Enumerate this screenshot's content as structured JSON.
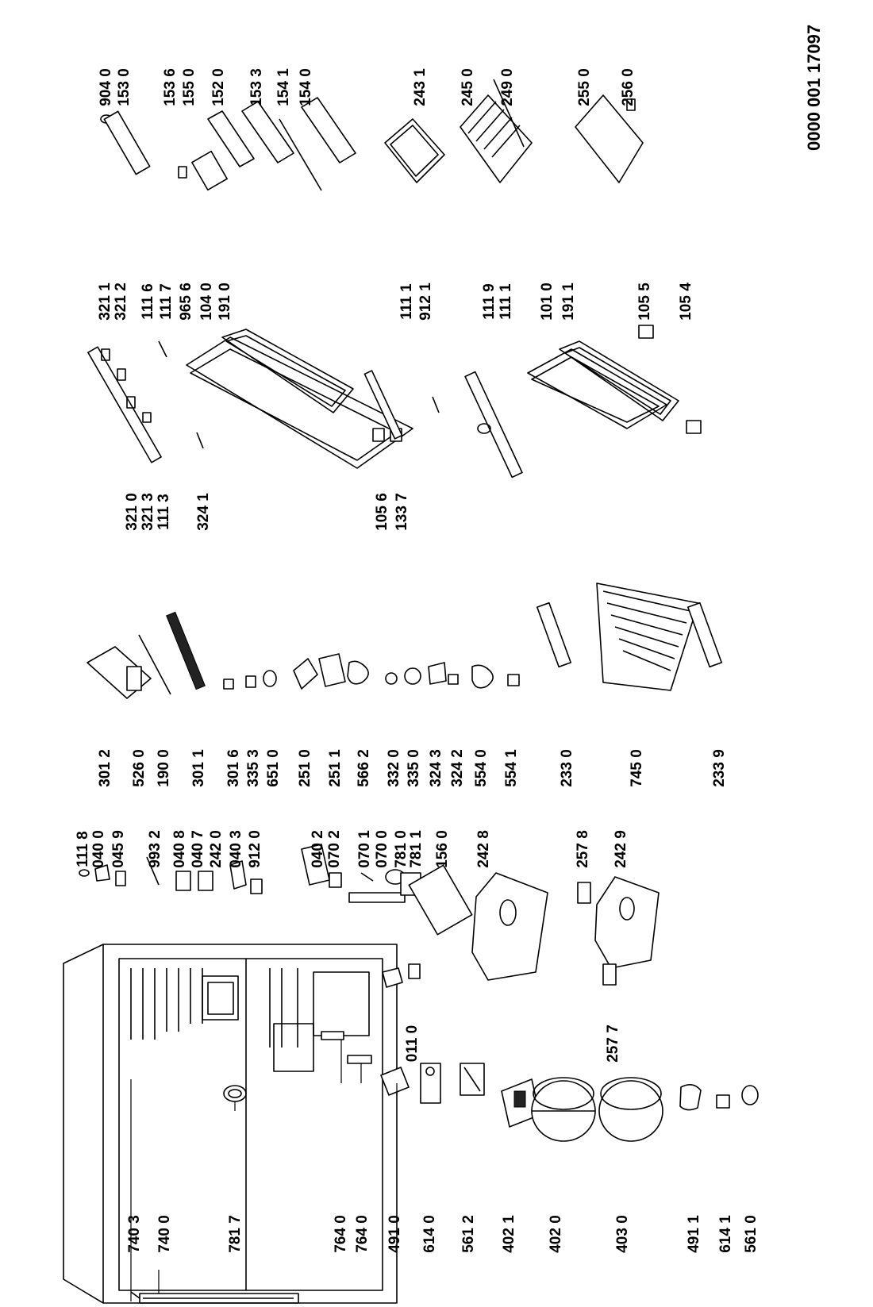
{
  "document_number": "0000 001 17097",
  "parts": {
    "p7403": "740 3",
    "p7400": "740 0",
    "p7817": "781 7",
    "p7640a": "764 0",
    "p7640b": "764 0",
    "p4910": "491 0",
    "p6140": "614 0",
    "p5612": "561 2",
    "p4021": "402 1",
    "p4020": "402 0",
    "p4030": "403 0",
    "p4911": "491 1",
    "p6141": "614 1",
    "p5610": "561 0",
    "p0110": "011 0",
    "p2577": "257 7",
    "p1118": "111 8",
    "p0400": "040 0",
    "p0459": "045 9",
    "p9932": "993 2",
    "p0408": "040 8",
    "p0407": "040 7",
    "p2420": "242 0",
    "p0403": "040 3",
    "p9120": "912 0",
    "p0402": "040 2",
    "p0702": "070 2",
    "p0701": "070 1",
    "p0700": "070 0",
    "p7810": "781 0",
    "p7811": "781 1",
    "p1560": "156 0",
    "p2428": "242 8",
    "p2578": "257 8",
    "p2429": "242 9",
    "p3012": "301 2",
    "p5260": "526 0",
    "p1900": "190 0",
    "p3011": "301 1",
    "p3016": "301 6",
    "p3353": "335 3",
    "p6510": "651 0",
    "p2510": "251 0",
    "p2511": "251 1",
    "p5662": "566 2",
    "p3320": "332 0",
    "p3350": "335 0",
    "p3243": "324 3",
    "p3242": "324 2",
    "p5540": "554 0",
    "p5541": "554 1",
    "p2330": "233 0",
    "p7450": "745 0",
    "p2339": "233 9",
    "p3210": "321 0",
    "p3213": "321 3",
    "p1113": "111 3",
    "p3241": "324 1",
    "p1056": "105 6",
    "p1337": "133 7",
    "p3211": "321 1",
    "p3212": "321 2",
    "p1116": "111 6",
    "p1117": "111 7",
    "p9656": "965 6",
    "p1040": "104 0",
    "p1910": "191 0",
    "p1111a": "111 1",
    "p9121": "912 1",
    "p1119": "111 9",
    "p1111b": "111 1",
    "p1010": "101 0",
    "p1911": "191 1",
    "p1055": "105 5",
    "p1054": "105 4",
    "p9040": "904 0",
    "p1530": "153 0",
    "p1536": "153 6",
    "p1550": "155 0",
    "p1520": "152 0",
    "p1533": "153 3",
    "p1541": "154 1",
    "p1540": "154 0",
    "p2431": "243 1",
    "p2450": "245 0",
    "p2490": "249 0",
    "p2550": "255 0",
    "p2560": "256 0"
  }
}
